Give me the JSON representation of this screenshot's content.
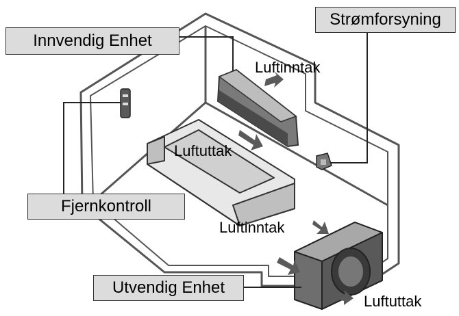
{
  "labels": {
    "indoor_unit": "Innvendig Enhet",
    "power_supply": "Strømforsyning",
    "remote": "Fjernkontroll",
    "outdoor_unit": "Utvendig Enhet"
  },
  "airflow": {
    "indoor_intake": "Luftinntak",
    "indoor_outlet": "Luftuttak",
    "outdoor_intake": "Luftinntak",
    "outdoor_outlet": "Luftuttak"
  }
}
